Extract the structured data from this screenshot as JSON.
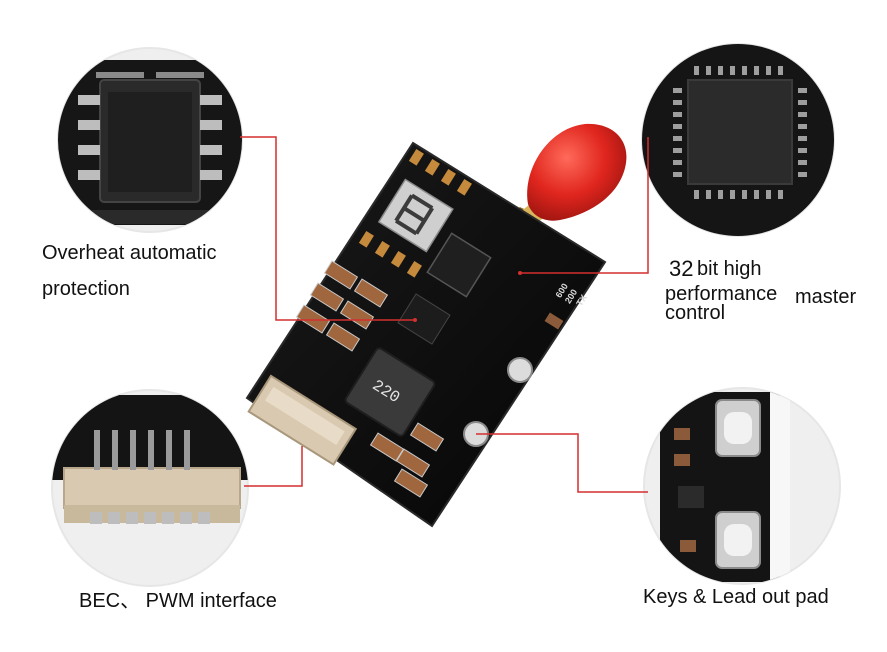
{
  "labels": {
    "overheat_line1": "Overheat automatic",
    "overheat_line2": "protection",
    "mcu_number": "32",
    "mcu_line1_rest": "bit high",
    "mcu_line2": "performance",
    "mcu_master": "master",
    "mcu_line3": "control",
    "bec": "BEC、 PWM interface",
    "keys": "Keys & Lead out pad"
  },
  "board_markings": {
    "inductor": "220",
    "silkscreen_1": "600",
    "silkscreen_2": "200",
    "silkscreen_3": "TX"
  },
  "colors": {
    "callout_line": "#d32f2f",
    "pcb": "#0d0d0d",
    "antenna_cap": "#e0261e",
    "antenna_sleeve": "#c8a24a"
  }
}
